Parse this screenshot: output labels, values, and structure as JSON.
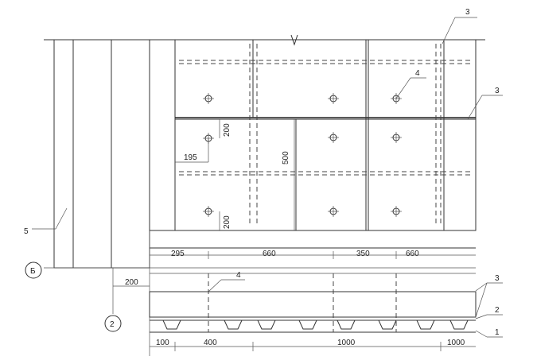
{
  "labels": {
    "ref_1": "1",
    "ref_2": "2",
    "ref_3_top": "3",
    "ref_3_mid": "3",
    "ref_3_bottom": "3",
    "ref_4_top": "4",
    "ref_4_bottom": "4",
    "ref_5": "5",
    "axis_b": "Б",
    "axis_2": "2"
  },
  "dimensions": {
    "panel_height": "500",
    "fix_offset_top": "200",
    "fix_offset_bottom": "200",
    "fix_offset_side": "195",
    "spacing_295": "295",
    "spacing_660_a": "660",
    "spacing_350": "350",
    "spacing_660_b": "660",
    "wall_offset": "200",
    "bottom_100": "100",
    "bottom_400": "400",
    "bottom_1000_a": "1000",
    "bottom_1000_b": "1000"
  },
  "colors": {
    "line": "#333333",
    "background": "#ffffff"
  }
}
